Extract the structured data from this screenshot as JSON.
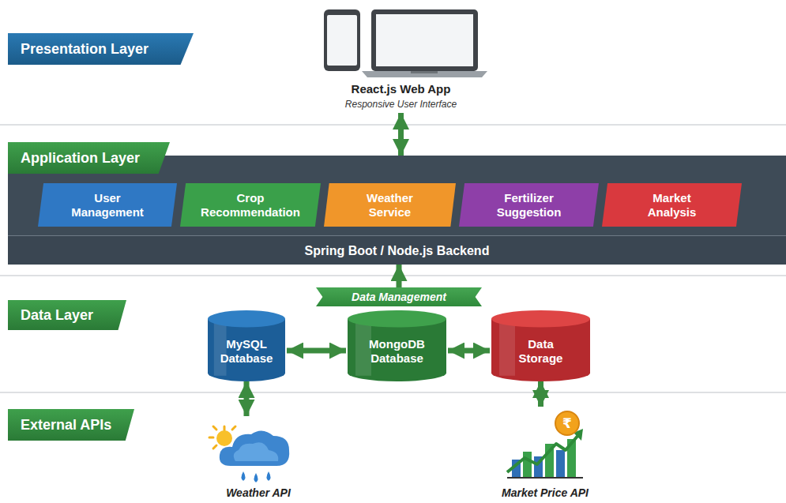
{
  "diagram": {
    "nodes": [
      {
        "text": [
          "Presentation Layer"
        ]
      },
      {
        "text": [
          "React.js Web App",
          "Responsive User Interface"
        ]
      },
      {
        "text": [
          "Application Layer"
        ]
      },
      {
        "text": [
          "Spring Boot / Node.js Backend"
        ]
      },
      {
        "text": [
          "User Management"
        ],
        "in": 3
      },
      {
        "text": [
          "Crop Recommendation"
        ],
        "in": 3
      },
      {
        "text": [
          "Weather Service"
        ],
        "in": 3
      },
      {
        "text": [
          "Fertilizer Suggestion"
        ],
        "in": 3
      },
      {
        "text": [
          "Market Analysis"
        ],
        "in": 3
      },
      {
        "text": [
          "Data Layer"
        ]
      },
      {
        "text": [
          "Data Management"
        ]
      },
      {
        "text": [
          "MySQL Database"
        ]
      },
      {
        "text": [
          "MongoDB Database"
        ]
      },
      {
        "text": [
          "Data Storage"
        ]
      },
      {
        "text": [
          "External APIs"
        ]
      },
      {
        "text": [
          "Weather API"
        ]
      },
      {
        "text": [
          "Market Price API"
        ]
      }
    ],
    "edges": [
      {
        "from": 1,
        "to": 3,
        "arrow": "both"
      },
      {
        "from": 10,
        "to": 3,
        "arrow": "to"
      },
      {
        "from": 11,
        "to": 12,
        "arrow": "both"
      },
      {
        "from": 12,
        "to": 13,
        "arrow": "both"
      },
      {
        "from": 11,
        "to": 15,
        "arrow": "both"
      },
      {
        "from": 13,
        "to": 16,
        "arrow": "both"
      }
    ],
    "labels": [
      "₹"
    ]
  }
}
